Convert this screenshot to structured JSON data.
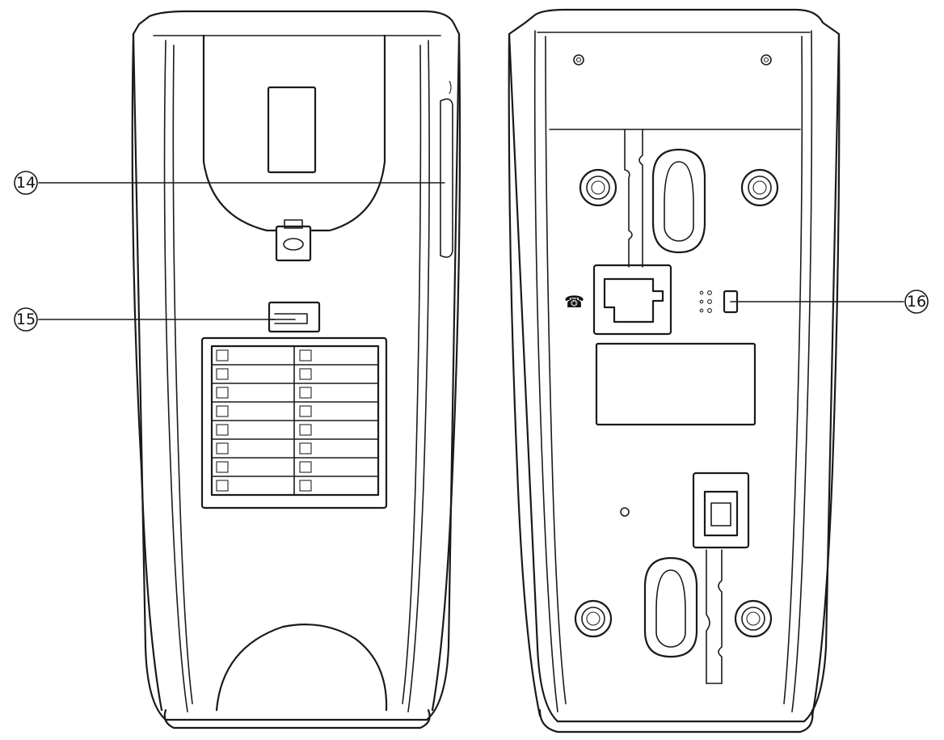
{
  "callouts": [
    {
      "id": "14",
      "label": "⑭"
    },
    {
      "id": "15",
      "label": "⑮"
    },
    {
      "id": "16",
      "label": "⑯"
    }
  ],
  "label_rows": 8,
  "label_columns": 2,
  "icons": {
    "phone_jack_symbol": "phone-icon",
    "switch_symbol": "switch-position-icon"
  }
}
